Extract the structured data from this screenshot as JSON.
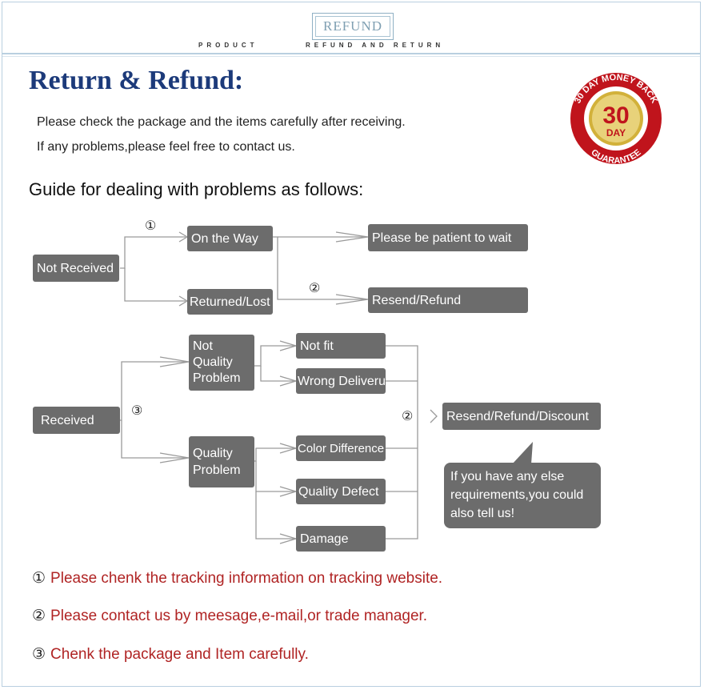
{
  "header": {
    "badge": "REFUND",
    "subtitle_left": "PRODUCT",
    "subtitle_right": "REFUND AND RETURN"
  },
  "title": "Return & Refund:",
  "intro": [
    "Please check the package and the items carefully after receiving.",
    "If any problems,please feel free to contact us."
  ],
  "seal": {
    "top_text": "30 DAY MONEY BACK",
    "number": "30",
    "word": "DAY",
    "bottom_text": "GUARANTEE"
  },
  "guide_heading": "Guide for dealing with problems as follows:",
  "flow": {
    "not_received": "Not Received",
    "on_the_way": "On the Way",
    "returned_lost": "Returned/Lost",
    "be_patient": "Please be patient to wait",
    "resend_refund": "Resend/Refund",
    "received": "Received",
    "not_quality_problem": [
      "Not",
      "Quality",
      "Problem"
    ],
    "quality_problem": [
      "Quality",
      "Problem"
    ],
    "not_fit": "Not fit",
    "wrong_delivery": "Wrong Deliveru",
    "color_difference": "Color Difference",
    "quality_defect": "Quality Defect",
    "damage": "Damage",
    "resend_refund_discount": "Resend/Refund/Discount",
    "bubble": [
      "If you have any else",
      "requirements,you could",
      "also tell us!"
    ],
    "marker_1": "①",
    "marker_2": "②",
    "marker_3": "③"
  },
  "notes": [
    {
      "num": "①",
      "text": "Please chenk the tracking information on tracking website."
    },
    {
      "num": "②",
      "text": "Please contact us by meesage,e-mail,or trade manager."
    },
    {
      "num": "③",
      "text": "Chenk the package and Item carefully."
    }
  ],
  "colors": {
    "title_blue": "#1c3a7a",
    "note_red": "#b02424",
    "box_gray": "#6c6c6c",
    "seal_red": "#c0141c"
  }
}
